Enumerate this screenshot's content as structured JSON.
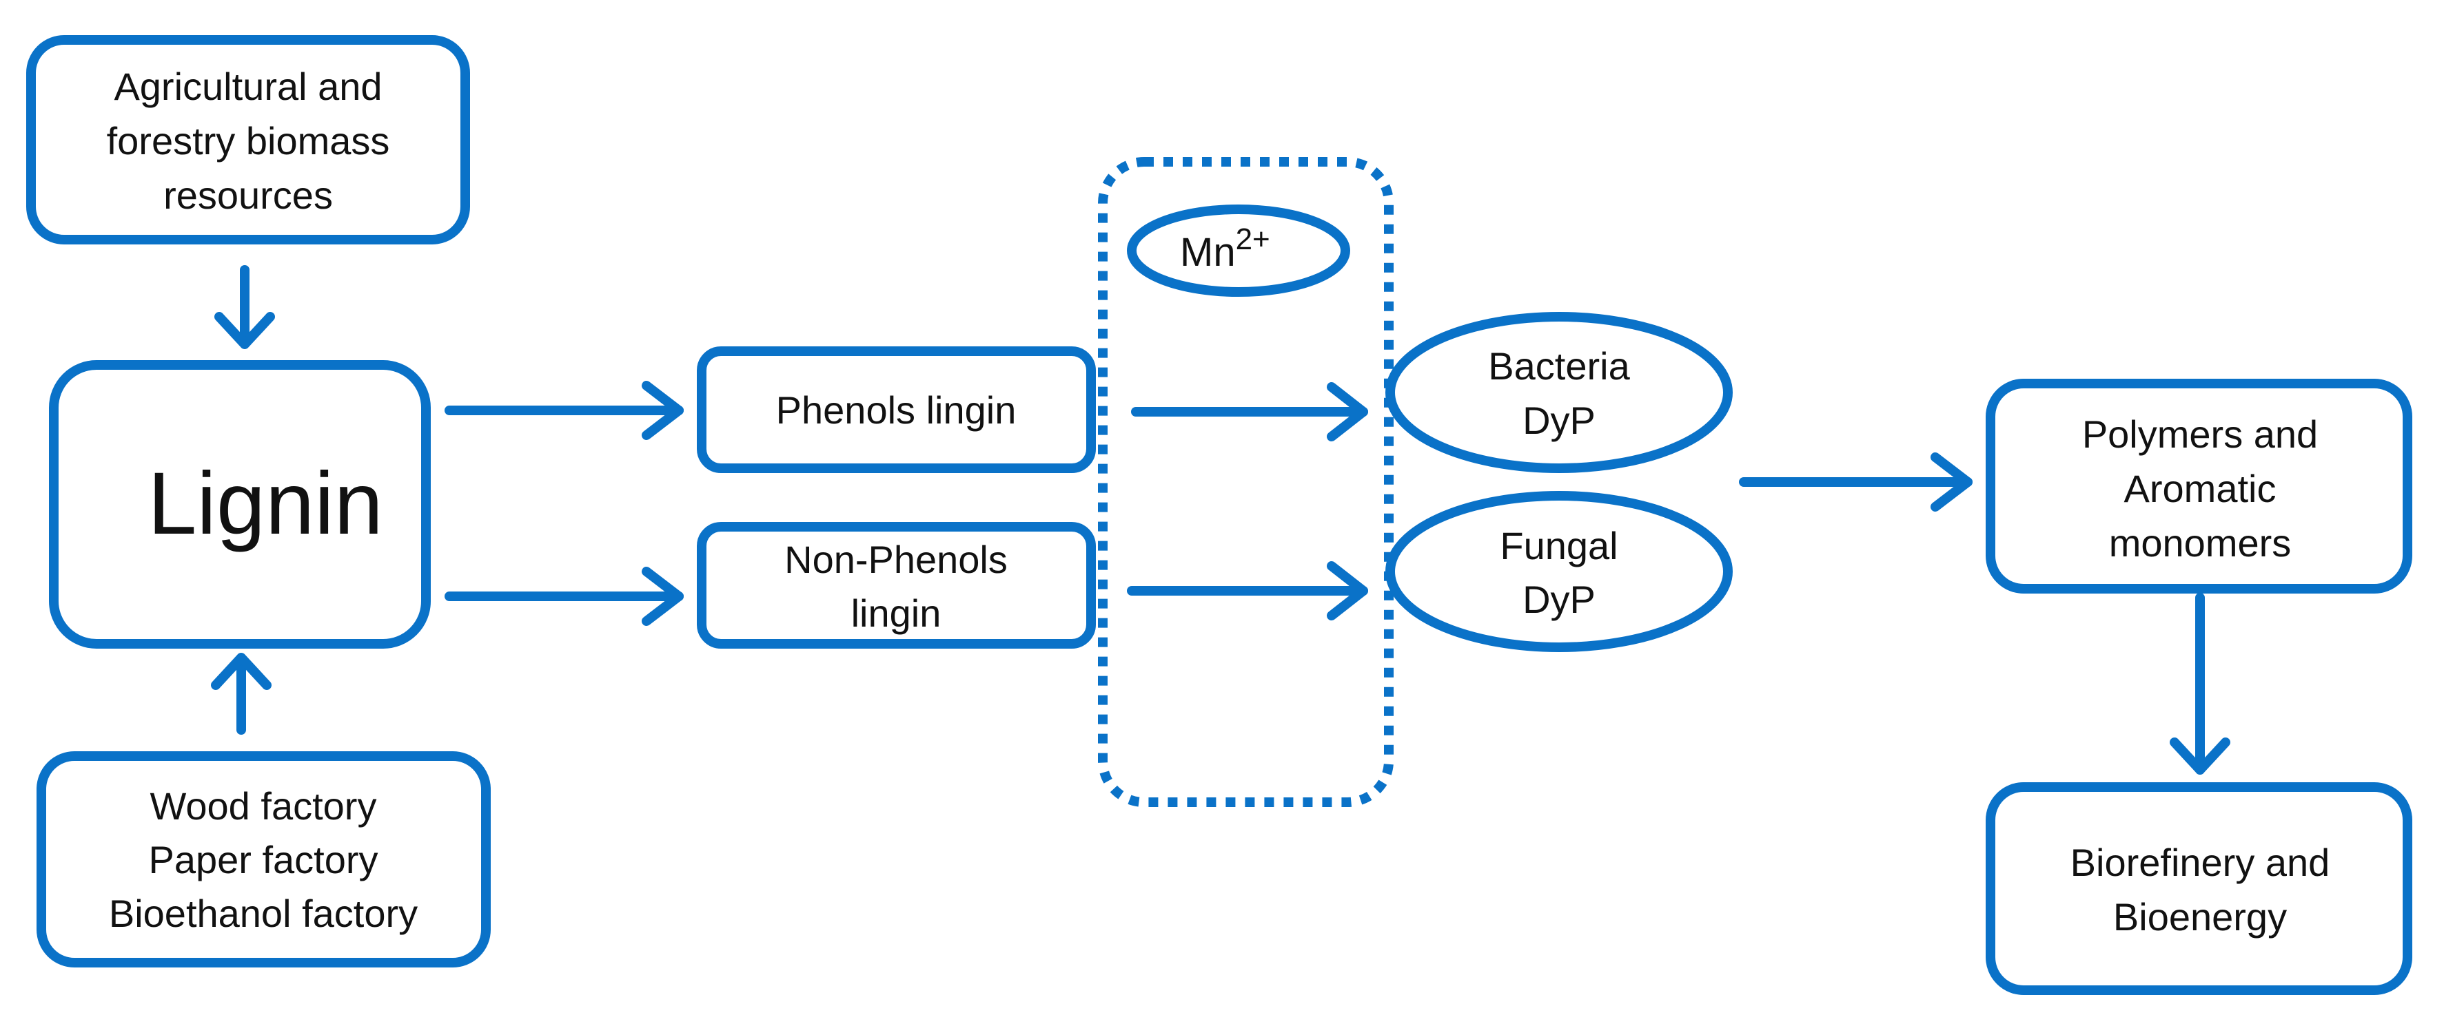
{
  "colors": {
    "accent": "#0A72C8",
    "text": "#111111",
    "background": "#ffffff"
  },
  "nodes": {
    "agri_biomass": {
      "lines": [
        "Agricultural and",
        "forestry biomass",
        "resources"
      ]
    },
    "factories": {
      "lines": [
        "Wood factory",
        "Paper factory",
        "Bioethanol factory"
      ]
    },
    "lignin": {
      "label": "Lignin"
    },
    "phenols": {
      "label": "Phenols lingin"
    },
    "non_phenols": {
      "lines": [
        "Non-Phenols",
        "lingin"
      ]
    },
    "mn": {
      "base": "Mn",
      "superscript": "2+"
    },
    "bacteria_dyp": {
      "lines": [
        "Bacteria",
        "DyP"
      ]
    },
    "fungal_dyp": {
      "lines": [
        "Fungal",
        "DyP"
      ]
    },
    "polymers": {
      "lines": [
        "Polymers and",
        "Aromatic",
        "monomers"
      ]
    },
    "biorefinery": {
      "lines": [
        "Biorefinery and",
        "Bioenergy"
      ]
    }
  }
}
